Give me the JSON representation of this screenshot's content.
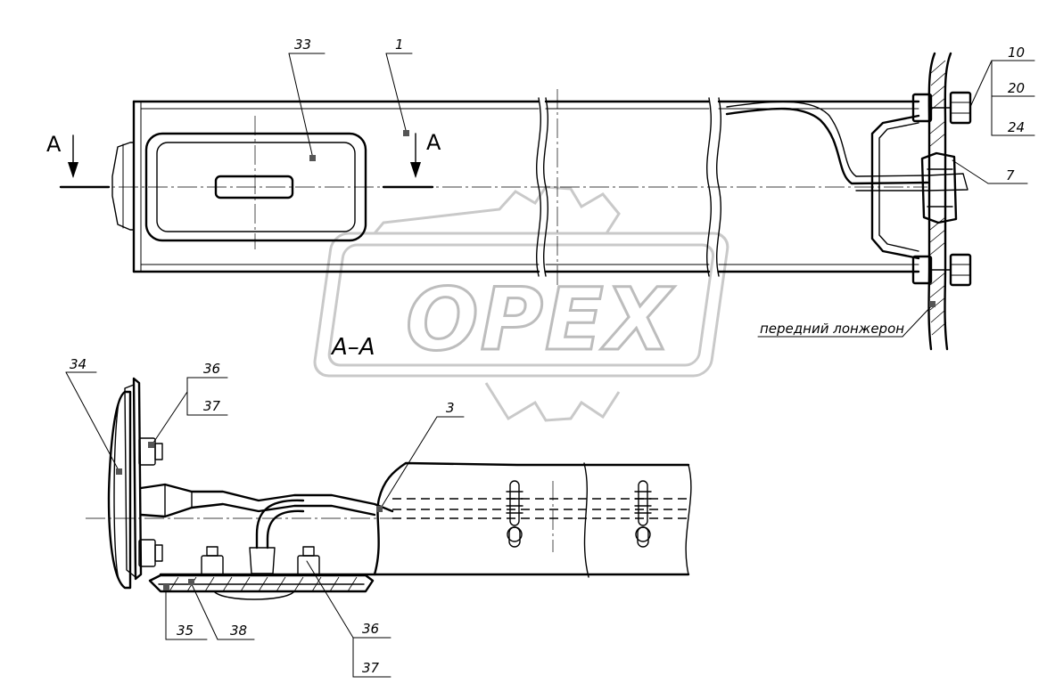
{
  "watermark": {
    "text": "OPEX"
  },
  "section": {
    "cut_mark_left": "A",
    "cut_mark_right": "A",
    "title": "A–A"
  },
  "callouts": {
    "c33": "33",
    "c1": "1",
    "c10": "10",
    "c20": "20",
    "c24": "24",
    "c7": "7",
    "c34": "34",
    "c36_top": "36",
    "c37_top": "37",
    "c3": "3",
    "c35": "35",
    "c38": "38",
    "c36_bottom": "36",
    "c37_bottom": "37"
  },
  "notes": {
    "front_spar": "передний лонжерон"
  }
}
